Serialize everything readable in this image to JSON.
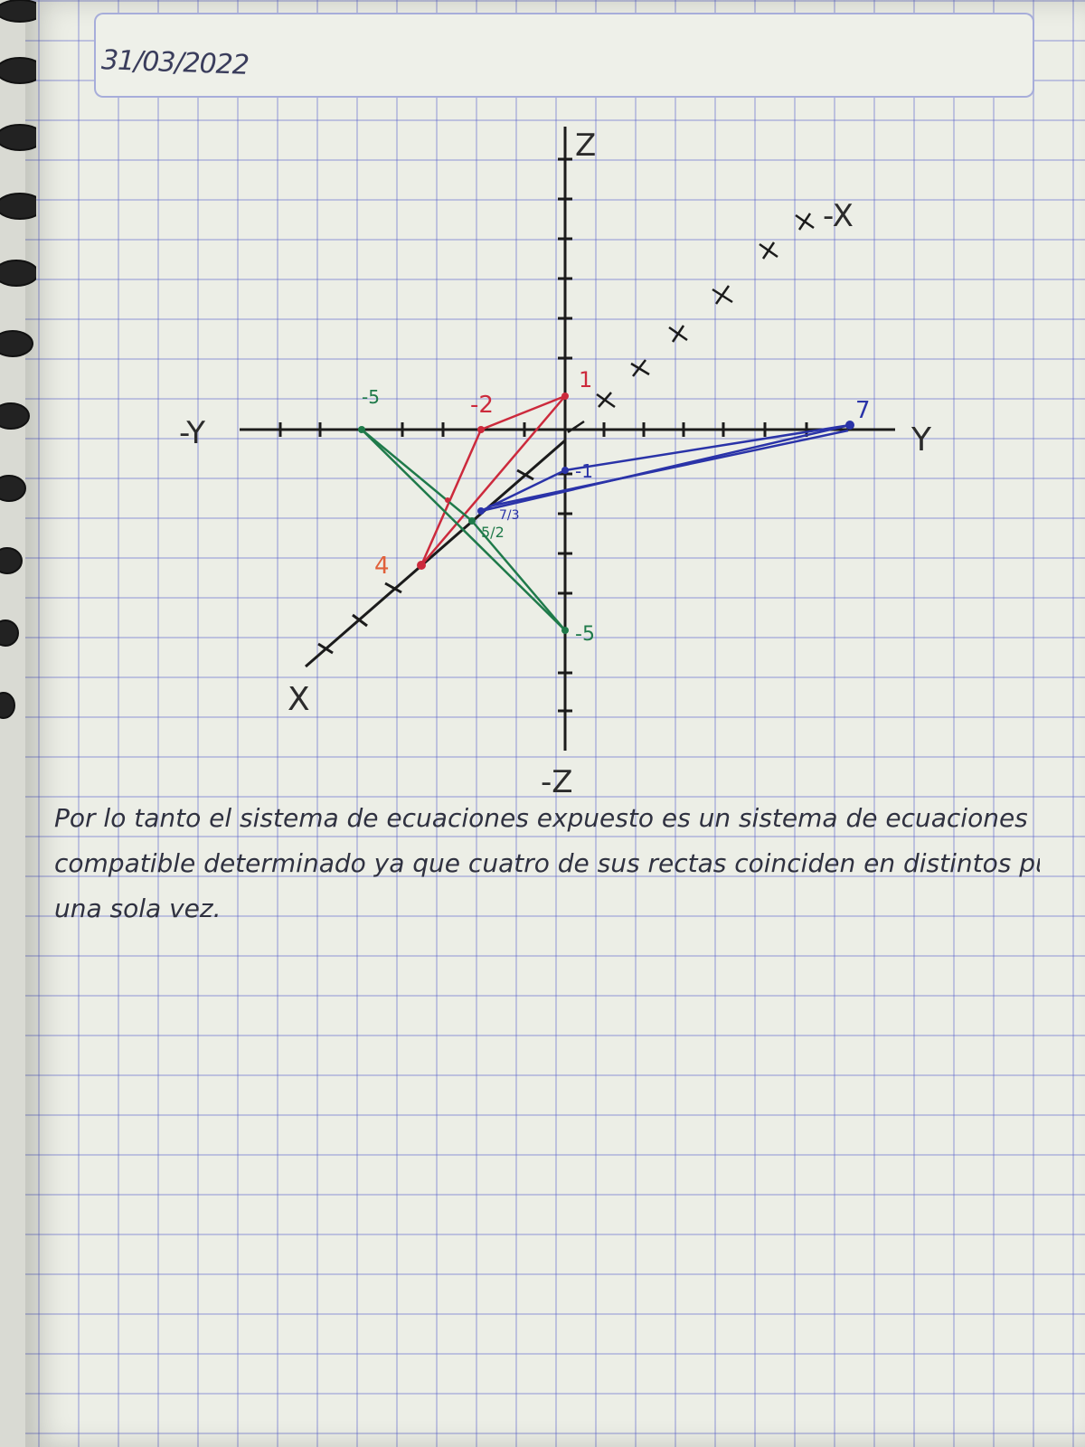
{
  "date": "31/03/2022",
  "axes": {
    "z_pos": "Z",
    "z_neg": "-Z",
    "y_pos": "Y",
    "y_neg": "-Y",
    "x_pos": "X",
    "x_neg": "-X"
  },
  "point_labels": {
    "red_z": "1",
    "red_y": "-2",
    "red_x": "4",
    "blue_y": "7",
    "blue_z": "-1",
    "blue_x": "7/3",
    "green_y": "-5",
    "green_z": "-5",
    "green_x": "5/2"
  },
  "colors": {
    "red": "#cc2a3c",
    "blue": "#2a33a8",
    "green": "#1f7a4a",
    "axis": "#1b1b1b",
    "label_orange": "#e0603a"
  },
  "paragraph": {
    "line1": "Por lo tanto el sistema de ecuaciones expuesto es un sistema de ecuaciones",
    "line2": "compatible determinado ya que cuatro de sus rectas coinciden en distintos puntos",
    "line3": "una sola vez."
  }
}
